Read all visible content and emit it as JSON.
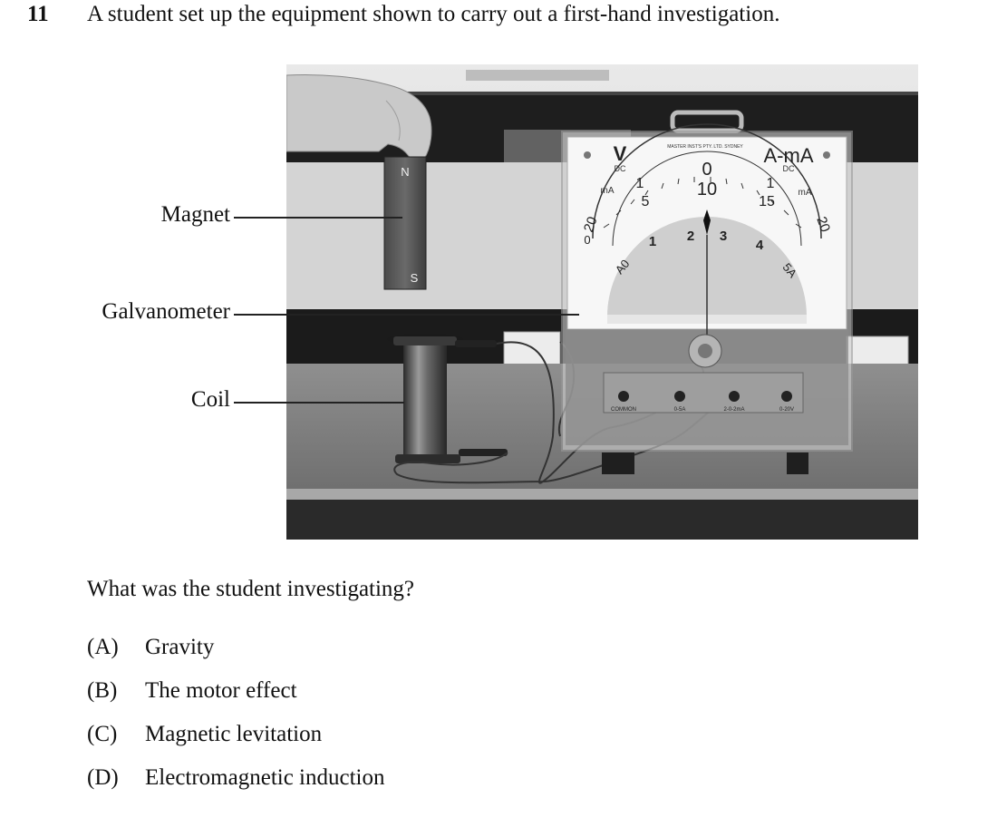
{
  "question": {
    "number": "11",
    "stem": "A student set up the equipment shown to carry out a first-hand investigation.",
    "prompt": "What was the student investigating?"
  },
  "figure": {
    "labels": {
      "magnet": "Magnet",
      "galvanometer": "Galvanometer",
      "coil": "Coil"
    },
    "meter": {
      "left_unit": "V",
      "left_sub": "DC",
      "right_unit": "A-mA",
      "right_sub": "DC",
      "maker": "MASTER INST'S PTY. LTD. SYDNEY",
      "zero": "0",
      "ten": "10",
      "scale_small": [
        "1",
        "2",
        "3",
        "4"
      ],
      "scale_mid": [
        "5",
        "15"
      ],
      "scale_end": [
        "20",
        "20"
      ],
      "ma_left": "mA",
      "ma_right": "mA",
      "terminal_labels": [
        "COMMON",
        "0-5A",
        "2-0-2mA",
        "0-20V"
      ],
      "right_top_one": "1",
      "left_top_one": "1",
      "five_a": "5A",
      "zero_v": "0",
      "a0": "A0"
    },
    "magnet_letters": {
      "north": "N",
      "south": "S"
    }
  },
  "options": [
    {
      "letter": "(A)",
      "text": "Gravity"
    },
    {
      "letter": "(B)",
      "text": "The motor effect"
    },
    {
      "letter": "(C)",
      "text": "Magnetic levitation"
    },
    {
      "letter": "(D)",
      "text": "Electromagnetic induction"
    }
  ]
}
